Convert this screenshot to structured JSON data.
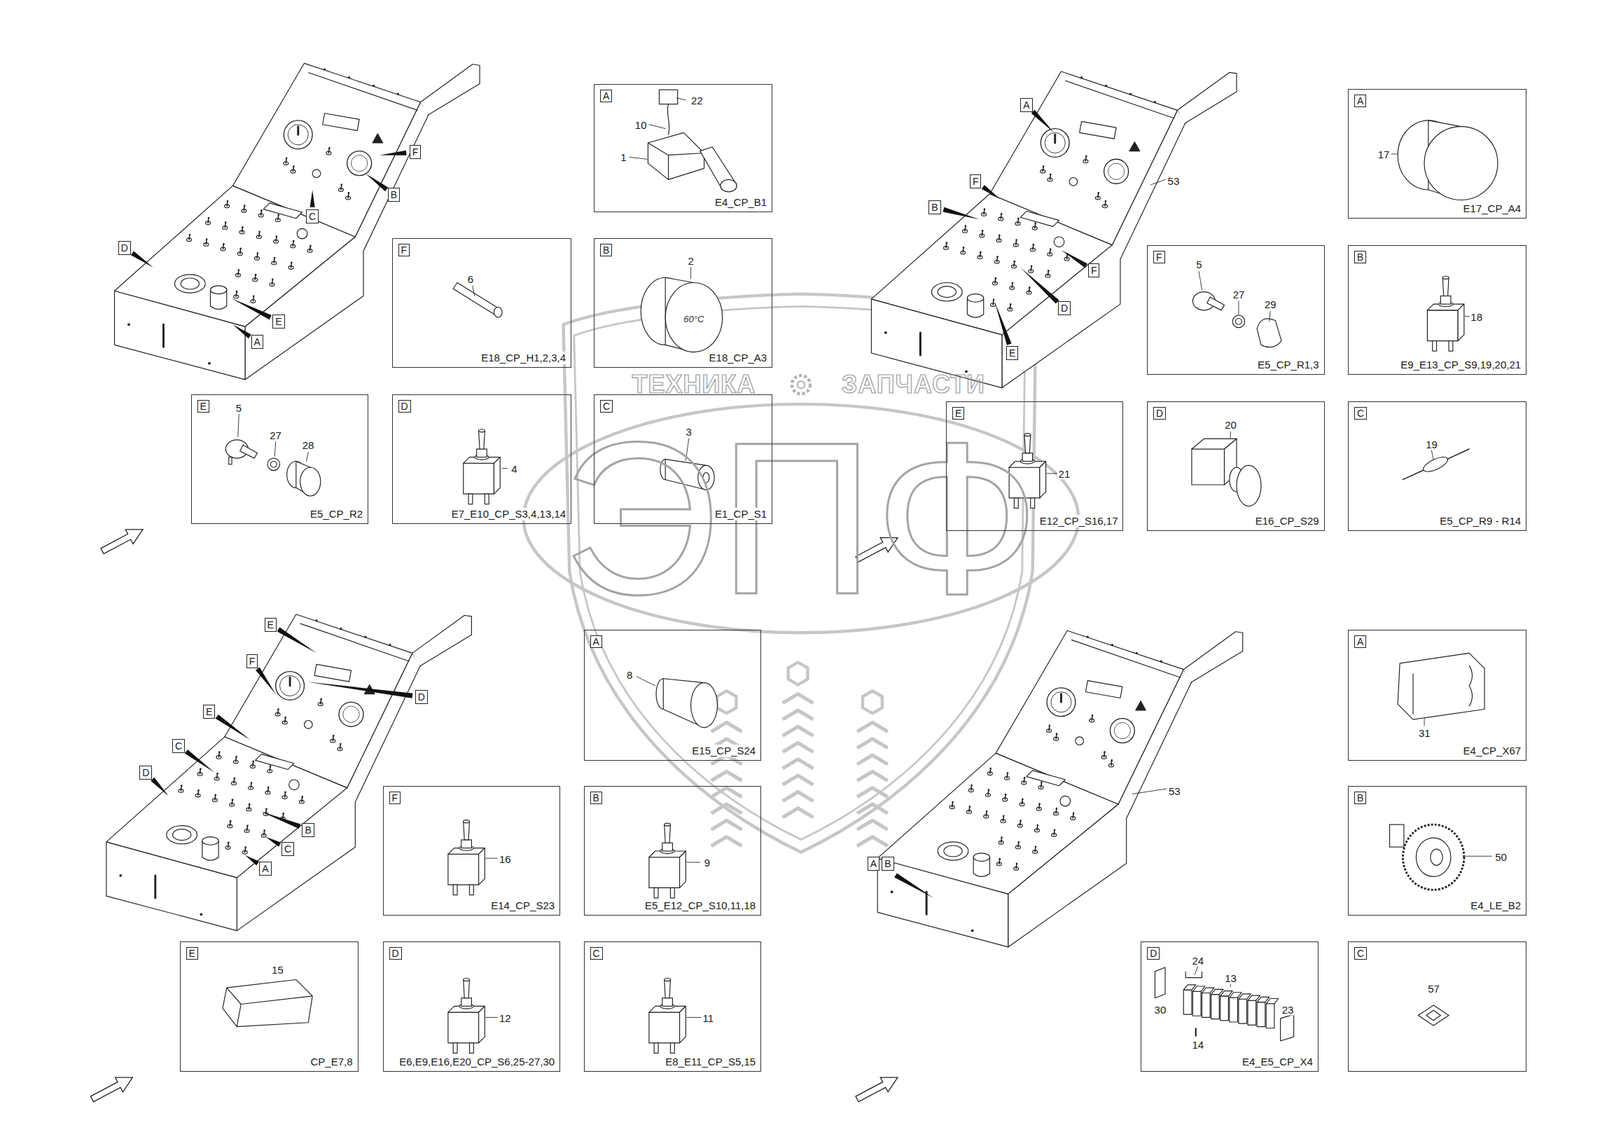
{
  "diagram": {
    "nodes": [
      {
        "text": [
          "F"
        ]
      },
      {
        "text": [
          "B"
        ]
      },
      {
        "text": [
          "C"
        ]
      },
      {
        "text": [
          "D"
        ]
      },
      {
        "text": [
          "E"
        ]
      },
      {
        "text": [
          "A"
        ]
      },
      {
        "text": [
          "A",
          "E4_CP_B1"
        ]
      },
      {
        "text": [
          "F",
          "E18_CP_H1,2,3,4"
        ]
      },
      {
        "text": [
          "B",
          "E18_CP_A3"
        ]
      },
      {
        "text": [
          "E",
          "E5_CP_R2"
        ]
      },
      {
        "text": [
          "D",
          "E7_E10_CP_S3,4,13,14"
        ]
      },
      {
        "text": [
          "C",
          "E1_CP_S1"
        ]
      },
      {
        "text": [
          "A"
        ]
      },
      {
        "text": [
          "F"
        ]
      },
      {
        "text": [
          "B"
        ]
      },
      {
        "text": [
          "F"
        ]
      },
      {
        "text": [
          "D"
        ]
      },
      {
        "text": [
          "E"
        ]
      },
      {
        "text": [
          "A",
          "E17_CP_A4"
        ]
      },
      {
        "text": [
          "F",
          "E5_CP_R1,3"
        ]
      },
      {
        "text": [
          "B",
          "E9_E13_CP_S9,19,20,21"
        ]
      },
      {
        "text": [
          "E",
          "E12_CP_S16,17"
        ]
      },
      {
        "text": [
          "D",
          "E16_CP_S29"
        ]
      },
      {
        "text": [
          "C",
          "E5_CP_R9 - R14"
        ]
      },
      {
        "text": [
          "E"
        ]
      },
      {
        "text": [
          "F"
        ]
      },
      {
        "text": [
          "D"
        ]
      },
      {
        "text": [
          "E"
        ]
      },
      {
        "text": [
          "C"
        ]
      },
      {
        "text": [
          "D"
        ]
      },
      {
        "text": [
          "B"
        ]
      },
      {
        "text": [
          "C"
        ]
      },
      {
        "text": [
          "A"
        ]
      },
      {
        "text": [
          "A",
          "E15_CP_S24"
        ]
      },
      {
        "text": [
          "F",
          "E14_CP_S23"
        ]
      },
      {
        "text": [
          "B",
          "E5_E12_CP_S10,11,18"
        ]
      },
      {
        "text": [
          "E",
          "CP_E7,8"
        ]
      },
      {
        "text": [
          "D",
          "E6,E9,E16,E20_CP_S6,25-27,30"
        ]
      },
      {
        "text": [
          "C",
          "E8_E11_CP_S5,15"
        ]
      },
      {
        "text": [
          "A"
        ]
      },
      {
        "text": [
          "B"
        ]
      },
      {
        "text": [
          "A",
          "E4_CP_X67"
        ]
      },
      {
        "text": [
          "B",
          "E4_LE_B2"
        ]
      },
      {
        "text": [
          "D",
          "E4_E5_CP_X4"
        ]
      },
      {
        "text": [
          "C"
        ]
      }
    ],
    "labels": [
      "53",
      "22",
      "10",
      "1",
      "6",
      "2",
      "60°C",
      "5",
      "27",
      "28",
      "4",
      "3",
      "17",
      "5",
      "27",
      "29",
      "18",
      "21",
      "20",
      "19",
      "ТЕХНИКА",
      "ЗАПЧАСТИ",
      "ЭПФ",
      "53",
      "8",
      "16",
      "9",
      "15",
      "12",
      "11",
      "31",
      "50",
      "24",
      "13",
      "30",
      "23",
      "14",
      "57"
    ]
  }
}
